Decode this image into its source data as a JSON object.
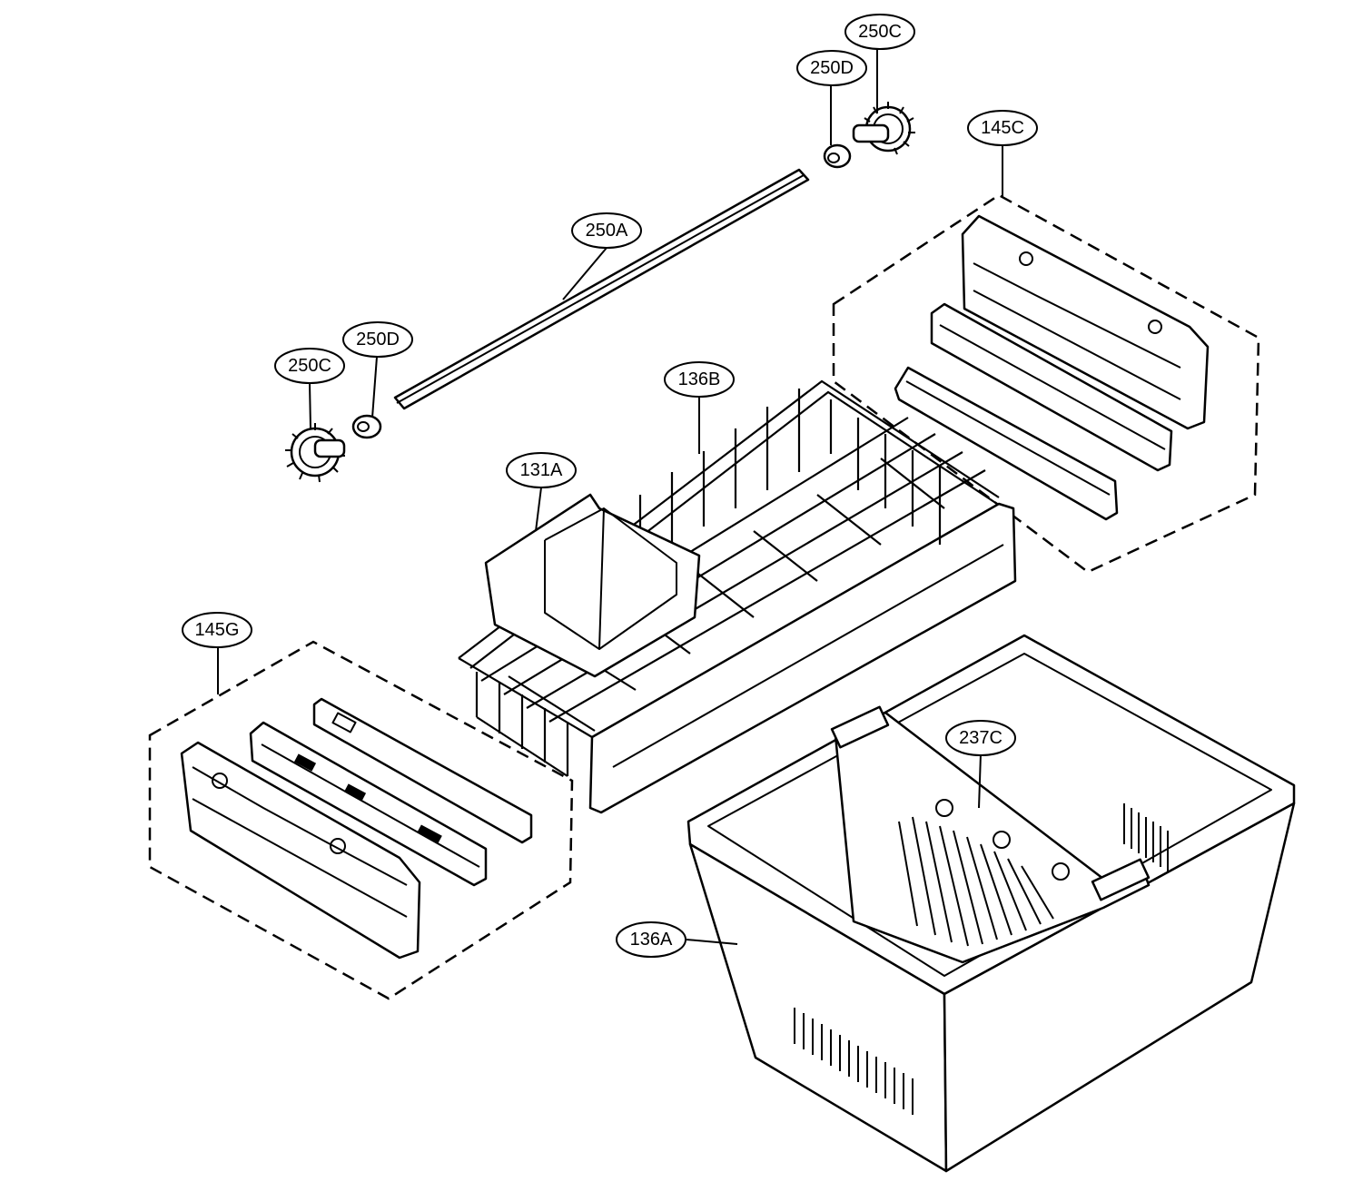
{
  "callouts": {
    "c250C_top": "250C",
    "c250D_top": "250D",
    "c145C": "145C",
    "c250A": "250A",
    "c250D_left": "250D",
    "c250C_left": "250C",
    "c136B": "136B",
    "c131A": "131A",
    "c145G": "145G",
    "c237C": "237C",
    "c136A": "136A"
  }
}
